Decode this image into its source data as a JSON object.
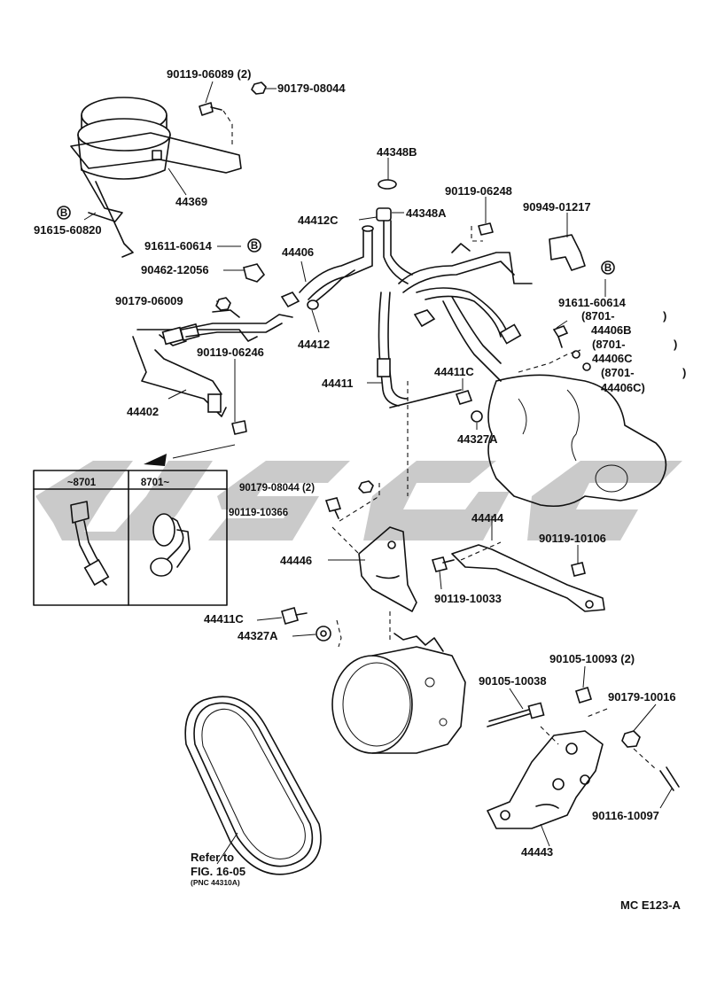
{
  "diagram": {
    "figure_code": "MC E123-A",
    "labels": {
      "p90119_06089": "90119-06089 (2)",
      "p90179_08044_top": "90179-08044",
      "p44369": "44369",
      "p91615_60820": "91615-60820",
      "p91611_60614_left": "91611-60614",
      "p90462_12056": "90462-12056",
      "p90179_06009": "90179-06009",
      "p90119_06246": "90119-06246",
      "p44402": "44402",
      "p44348B": "44348B",
      "p44412C": "44412C",
      "p44348A": "44348A",
      "p44406": "44406",
      "p44412": "44412",
      "p44411": "44411",
      "p90119_06248": "90119-06248",
      "p90949_01217": "90949-01217",
      "p91611_60614_right": "91611-60614",
      "p8701_a": "(8701-",
      "p8701_a_close": ")",
      "p44406B": "44406B",
      "p8701_b": "(8701-",
      "p8701_b_close": ")",
      "p44406C_1": "44406C",
      "p8701_c": "(8701-",
      "p8701_c_close": ")",
      "p44406C_2": "44406C)",
      "p44411C_top": "44411C",
      "p44327A_top": "44327A",
      "p90179_08044_mid": "90179-08044 (2)",
      "p90119_10366": "90119-10366",
      "p44444": "44444",
      "p90119_10106": "90119-10106",
      "p44446": "44446",
      "p90119_10033": "90119-10033",
      "p44411C_bot": "44411C",
      "p44327A_bot": "44327A",
      "p90105_10038": "90105-10038",
      "p90105_10093": "90105-10093 (2)",
      "p90179_10016": "90179-10016",
      "p90116_10097": "90116-10097",
      "p44443": "44443",
      "refer_line1": "Refer to",
      "refer_line2": "FIG. 16-05",
      "refer_line3": "(PNC 44310A)",
      "circle_b": "B"
    },
    "inset": {
      "col1": "~8701",
      "col2": "8701~"
    }
  }
}
